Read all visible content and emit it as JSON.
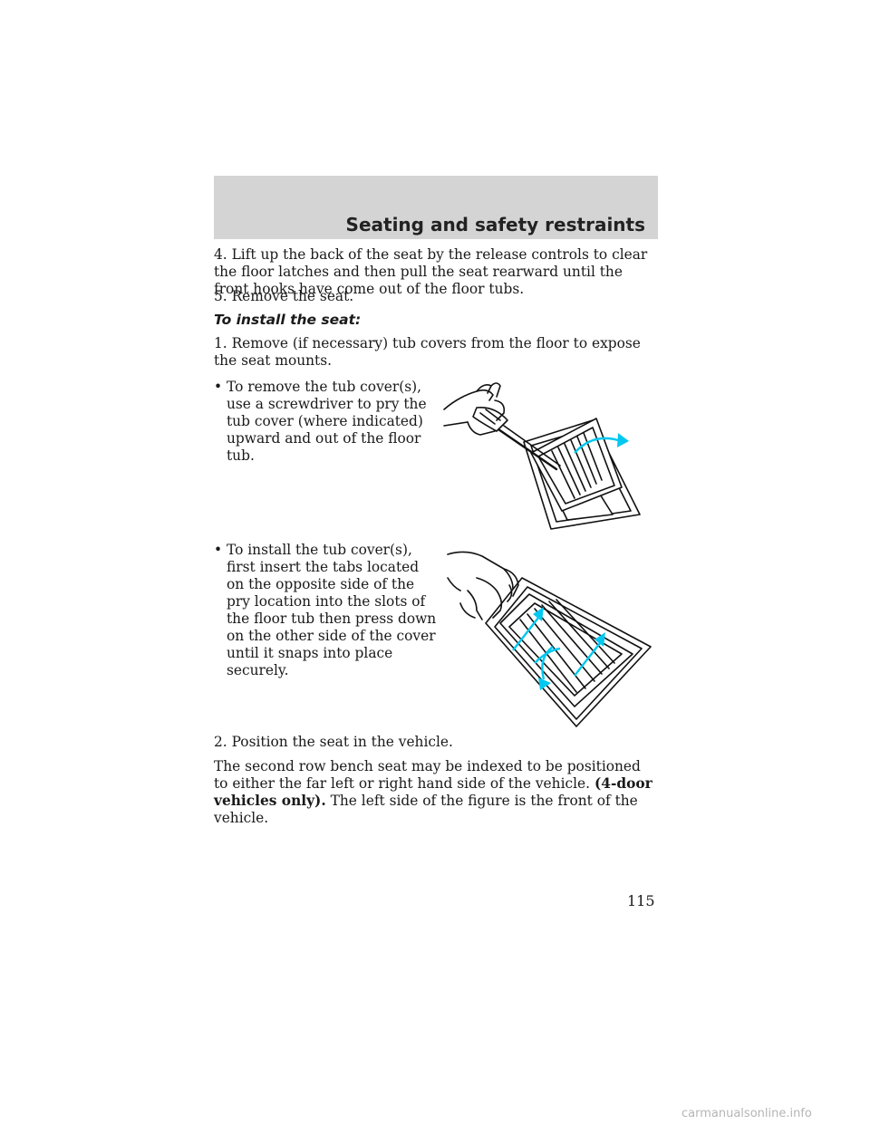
{
  "header": {
    "title": "Seating and safety restraints"
  },
  "steps": {
    "step4": "4. Lift up the back of the seat by the release controls to clear the floor latches and then pull the seat rearward until the front hooks have come out of the floor tubs.",
    "step5": "5. Remove the seat."
  },
  "install": {
    "heading": "To install the seat:",
    "step1": "1. Remove (if necessary) tub covers from the floor to expose the seat mounts.",
    "bullet_marker": "•",
    "bullet_remove": "To remove the tub cover(s), use a screwdriver to pry the tub cover (where indicated) upward and out of the floor tub.",
    "bullet_install": "To install the tub cover(s), first insert the tabs located on the opposite side of the pry location into the slots of the floor tub then press down on the other side of the cover until it snaps into place securely.",
    "step2": "2. Position the seat in the vehicle.",
    "note_text": "The second row bench seat may be indexed to be positioned to either the far left or right hand side of the vehicle.",
    "note_bold": "(4-door vehicles only).",
    "note_tail": "The left side of the figure is the front of the vehicle."
  },
  "page_number": "115",
  "watermark": "carmanualsonline.info",
  "colors": {
    "header_band": "#d4d4d4",
    "arrow": "#00c8f0"
  }
}
